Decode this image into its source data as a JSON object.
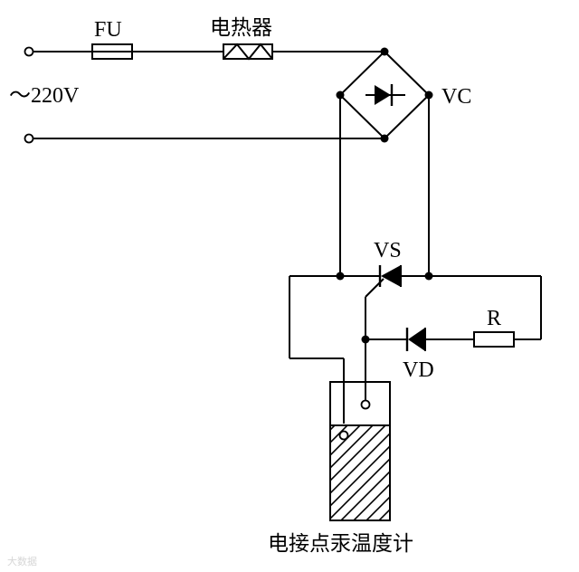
{
  "labels": {
    "fuse": "FU",
    "heater": "电热器",
    "supply": "～220V",
    "bridge": "VC",
    "thyristor": "VS",
    "resistor": "R",
    "diode": "VD",
    "thermometer": "电接点汞温度计"
  },
  "watermark": "大数据"
}
